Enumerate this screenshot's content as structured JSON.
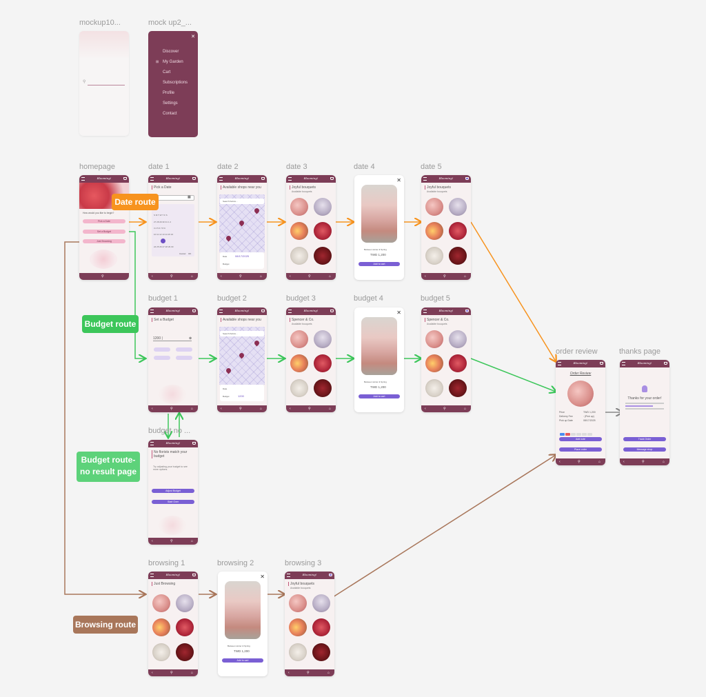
{
  "labels": {
    "mockup1": "mockup10...",
    "mockup2": "mock up2_...",
    "homepage": "homepage",
    "date1": "date 1",
    "date2": "date 2",
    "date3": "date 3",
    "date4": "date 4",
    "date5": "date 5",
    "budget1": "budget 1",
    "budget2": "budget 2",
    "budget3": "budget 3",
    "budget4": "budget 4",
    "budget5": "budget 5",
    "budget_noresult": "budget no ...",
    "browsing1": "browsing 1",
    "browsing2": "browsing 2",
    "browsing3": "browsing 3",
    "order_review": "order review",
    "thanks_page": "thanks page"
  },
  "routes": {
    "date": "Date route",
    "budget": "Budget route",
    "budget_noresult_line1": "Budget route-",
    "budget_noresult_line2": "no result page",
    "browsing": "Browsing route"
  },
  "colors": {
    "date_route": "#f7931e",
    "budget_route": "#3cc65a",
    "noresult_route": "#5dd27a",
    "browsing_route": "#a8765a",
    "appbar": "#7d3d57",
    "accent_purple": "#7a5fd4"
  },
  "menu": {
    "items": [
      "Discover",
      "My Garden",
      "Cart",
      "Subscriptions",
      "Profile",
      "Settings",
      "Contact"
    ]
  },
  "app": {
    "brand": "Blooming!",
    "home_question": "How would you like to begin?",
    "home_buttons": [
      "Pick a Date",
      "Set a Budget",
      "Just Browsing"
    ],
    "pick_date_title": "Pick a Date",
    "shops_title": "Available shops near you",
    "search_placeholder": "Search florists...",
    "date_shop_title": "Joyful bouquets",
    "available_bouquets": "Available bouquets",
    "bouquet_name": "Between winter & Spring",
    "bouquet_price": "TWD 1,200",
    "add_to_cart": "Add to cart",
    "date_label": "Date",
    "date_value": "08/17/2025",
    "budget_label": "Budget",
    "budget_value": "1200",
    "set_budget_title": "Set a Budget",
    "budget_input": "1200 |",
    "budget_shop_title": "Spencer & Co.",
    "noresult_title": "No florists match your budget",
    "noresult_body": "Try adjusting your budget to see more options.",
    "adjust_budget": "Adjust Budget",
    "start_over": "Start Over",
    "just_browsing_title": "Just Browsing",
    "order_review_title": "Order Review",
    "price_label": "Price",
    "price_value": "TWD 1,200",
    "delivery_label": "Delivery Fee",
    "delivery_value": ": (Pick up)",
    "pickup_label": "Pick up Date",
    "pickup_value": "08/17/2025",
    "add_note": "Add note",
    "place_order": "Place order",
    "thanks_title": "Thanks for your order!",
    "track_order": "Track Order",
    "message_shop": "Message shop",
    "cancel": "Cancel",
    "ok": "OK"
  }
}
